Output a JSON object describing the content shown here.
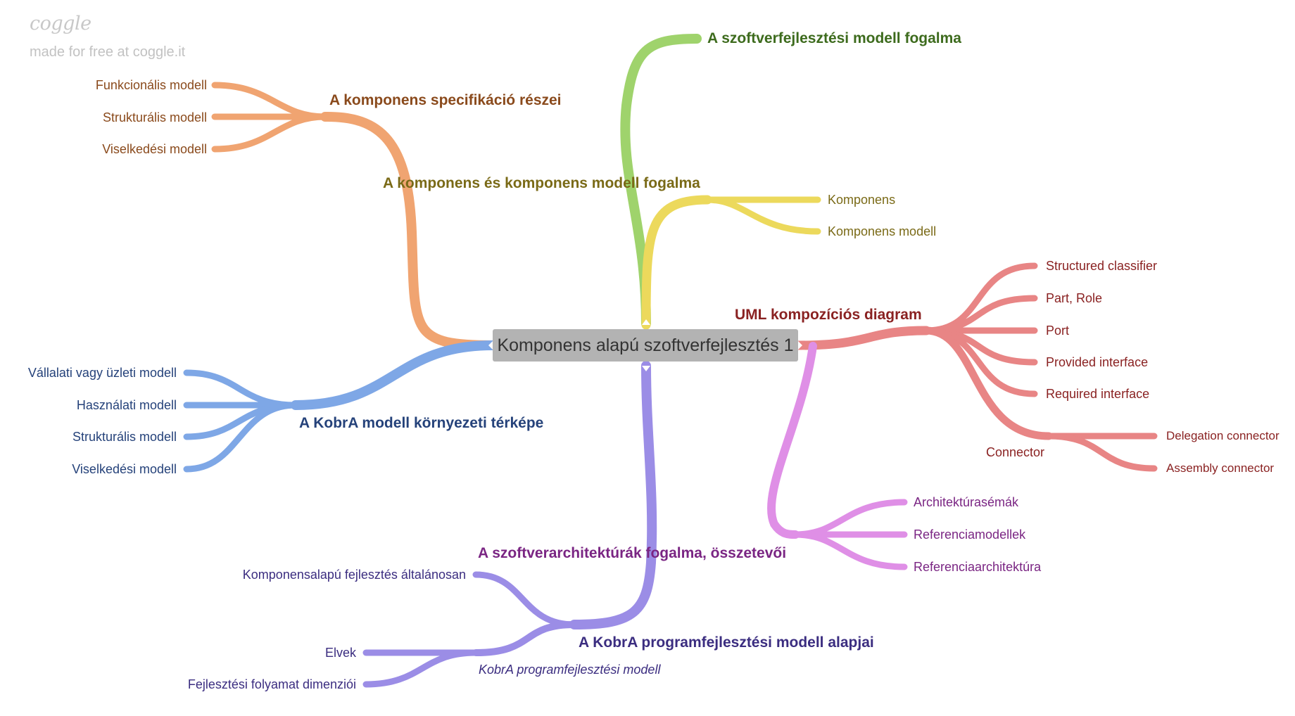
{
  "branding": {
    "logo": "coggle",
    "tagline": "made for free at coggle.it"
  },
  "colors": {
    "orange": "#f0a471",
    "orange_text": "#8a4a1c",
    "green": "#9fd36c",
    "green_text": "#3d6b1d",
    "yellow": "#ecd95c",
    "yellow_text": "#7a6a17",
    "red": "#e88585",
    "red_text": "#8a2222",
    "blue": "#7ea7e6",
    "blue_text": "#25427a",
    "purple": "#9b8de6",
    "purple_text": "#3b2d80",
    "violet": "#df8fe6",
    "violet_text": "#7a2583"
  },
  "map": {
    "root": "Komponens alapú szoftverfejlesztés 1",
    "branches": {
      "spec": {
        "title": "A komponens specifikáció részei",
        "items": [
          "Funkcionális modell",
          "Strukturális modell",
          "Viselkedési modell"
        ]
      },
      "swmodel": {
        "title": "A szoftverfejlesztési modell fogalma"
      },
      "component": {
        "title": "A komponens és komponens modell fogalma",
        "items": [
          "Komponens",
          "Komponens modell"
        ]
      },
      "uml": {
        "title": "UML kompozíciós diagram",
        "items": [
          "Structured classifier",
          "Part, Role",
          "Port",
          "Provided interface",
          "Required interface"
        ],
        "connector": {
          "title": "Connector",
          "items": [
            "Delegation connector",
            "Assembly connector"
          ]
        }
      },
      "kobra_env": {
        "title": "A KobrA modell környezeti térképe",
        "items": [
          "Vállalati vagy üzleti modell",
          "Használati modell",
          "Strukturális modell",
          "Viselkedési modell"
        ]
      },
      "arch": {
        "title": "A szoftverarchitektúrák fogalma, összetevői",
        "items": [
          "Architektúrasémák",
          "Referenciamodellek",
          "Referenciaarchitektúra"
        ]
      },
      "kobra_dev": {
        "title": "A KobrA programfejlesztési modell alapjai",
        "items": [
          "Komponensalapú fejlesztés általánosan"
        ],
        "sub": {
          "title": "KobrA programfejlesztési modell",
          "items": [
            "Elvek",
            "Fejlesztési folyamat dimenziói"
          ]
        }
      }
    }
  }
}
